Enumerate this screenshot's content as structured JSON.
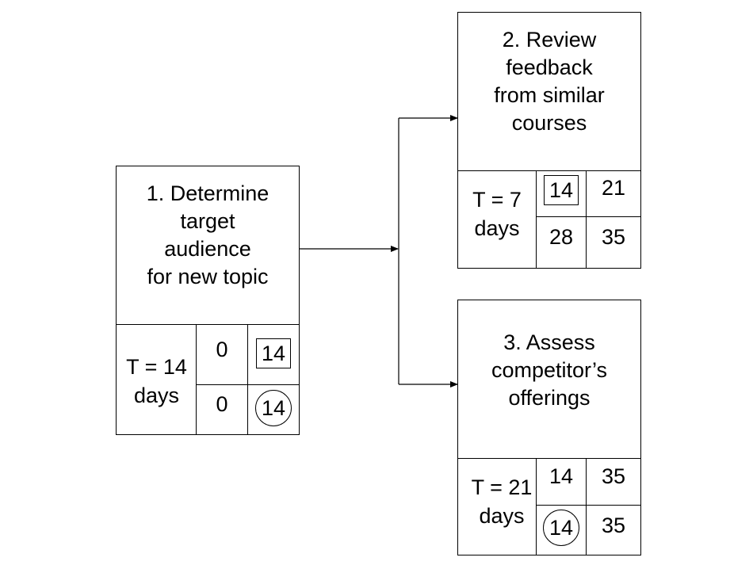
{
  "nodes": [
    {
      "title_lines": [
        "1.  Determine",
        "target",
        "audience",
        "for new topic"
      ],
      "duration": "T = 14",
      "duration_unit": "days",
      "cells": [
        "0",
        "14",
        "0",
        "14"
      ]
    },
    {
      "title_lines": [
        "2.  Review",
        "feedback",
        "from similar",
        "courses"
      ],
      "duration": "T = 7",
      "duration_unit": "days",
      "cells": [
        "14",
        "21",
        "28",
        "35"
      ]
    },
    {
      "title_lines": [
        "3.  Assess",
        "competitor’s",
        "offerings"
      ],
      "duration": "T = 21",
      "duration_unit": "days",
      "cells": [
        "14",
        "35",
        "14",
        "35"
      ]
    }
  ],
  "edges": [
    {
      "from": "1",
      "to": "2"
    },
    {
      "from": "1",
      "to": "3"
    }
  ]
}
